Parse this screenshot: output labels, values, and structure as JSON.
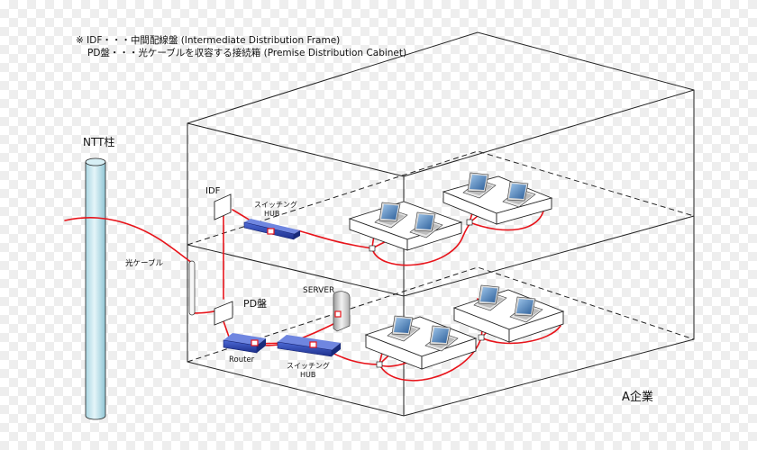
{
  "legend": {
    "line1": "※ IDF・・・中間配線盤 (Intermediate Distribution Frame)",
    "line2": "PD盤・・・光ケーブルを収容する接続箱 (Premise Distribution Cabinet)"
  },
  "labels": {
    "ntt_pole": "NTT柱",
    "fiber_cable": "光ケーブル",
    "idf": "IDF",
    "switching_hub_upper_1": "スイッチング",
    "switching_hub_upper_2": "HUB",
    "pd_panel": "PD盤",
    "server": "SERVER",
    "router": "Router",
    "switching_hub_lower_1": "スイッチング",
    "switching_hub_lower_2": "HUB",
    "company": "A企業"
  },
  "colors": {
    "cable": "#e8141b",
    "pole_fill": "#bfe3ec",
    "device_blue": "#2a46b8",
    "outline": "#000000"
  }
}
